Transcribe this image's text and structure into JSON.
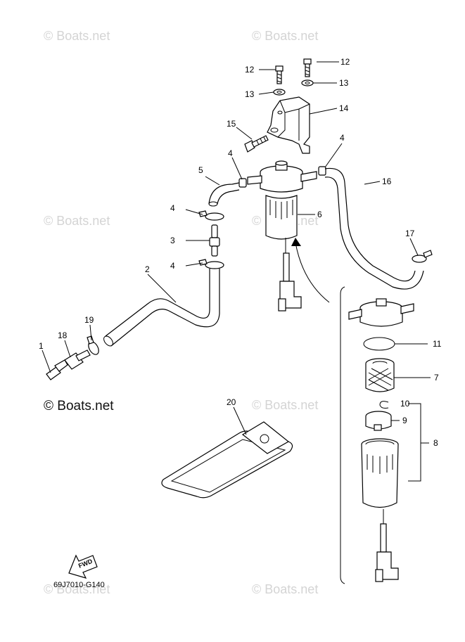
{
  "watermark": {
    "text": "© Boats.net",
    "primary_text": "© Boats.net"
  },
  "diagram_code": "69J7010-G140",
  "fwd_label": "FWD",
  "callouts": {
    "c1": "1",
    "c2": "2",
    "c3": "3",
    "c4a": "4",
    "c4b": "4",
    "c4c": "4",
    "c4d": "4",
    "c5": "5",
    "c6": "6",
    "c7": "7",
    "c8": "8",
    "c9": "9",
    "c10": "10",
    "c11": "11",
    "c12a": "12",
    "c12b": "12",
    "c13a": "13",
    "c13b": "13",
    "c14": "14",
    "c15": "15",
    "c16": "16",
    "c17": "17",
    "c18": "18",
    "c19": "19",
    "c20": "20"
  }
}
